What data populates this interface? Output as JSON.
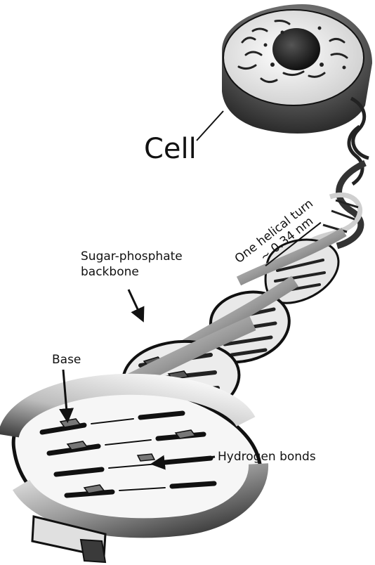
{
  "labels": {
    "cell": "Cell",
    "helical_turn_line1": "One helical turn",
    "helical_turn_line2": "~ 0.34 nm",
    "backbone_line1": "Sugar-phosphate",
    "backbone_line2": "backbone",
    "base": "Base",
    "hydrogen_bonds": "Hydrogen bonds"
  },
  "colors": {
    "ink": "#111111",
    "ribbon_dark": "#3a3a3a",
    "ribbon_light": "#d9d9d9",
    "cell_shade": "#5a5a5a",
    "nucleus": "#2a2a2a"
  }
}
